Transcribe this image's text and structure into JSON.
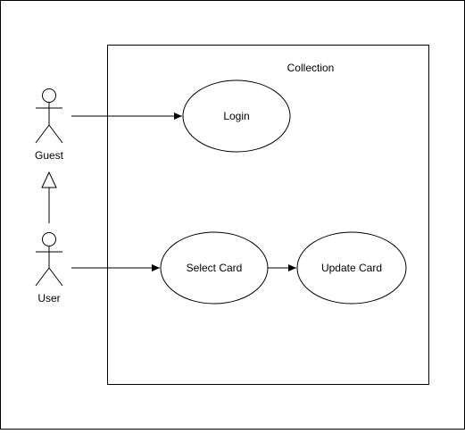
{
  "diagram": {
    "system_boundary": {
      "label": "Collection"
    },
    "actors": [
      {
        "id": "guest",
        "label": "Guest"
      },
      {
        "id": "user",
        "label": "User"
      }
    ],
    "use_cases": [
      {
        "id": "login",
        "label": "Login"
      },
      {
        "id": "select_card",
        "label": "Select Card"
      },
      {
        "id": "update_card",
        "label": "Update Card"
      }
    ],
    "associations": [
      {
        "from": "guest",
        "to": "login"
      },
      {
        "from": "user",
        "to": "select_card"
      },
      {
        "from": "select_card",
        "to": "update_card"
      }
    ],
    "generalizations": [
      {
        "child": "user",
        "parent": "guest"
      }
    ]
  },
  "colors": {
    "stroke": "#000000",
    "background": "#ffffff"
  }
}
